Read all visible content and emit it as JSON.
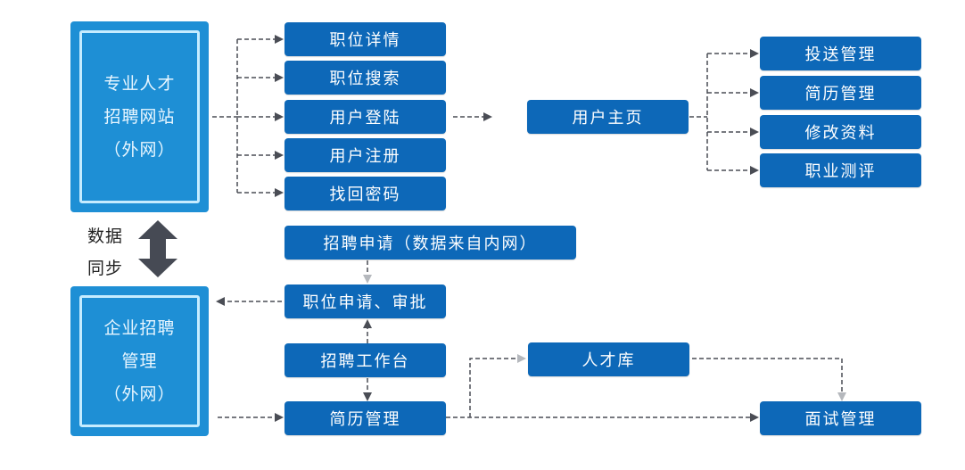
{
  "diagram": {
    "colors": {
      "system_box": "#1e8fd5",
      "system_box_inner_border": "#c6ecff",
      "node": "#0d68b8",
      "node_text": "#ffffff",
      "connector_dark": "#4a4d55",
      "connector_light": "#b5b8bd",
      "sync_arrow": "#464a54"
    },
    "systems": {
      "external_site": {
        "lines": [
          "专业人才",
          "招聘网站",
          "（外网）"
        ]
      },
      "enterprise": {
        "lines": [
          "企业招聘",
          "管理",
          "（外网）"
        ]
      }
    },
    "sync": {
      "lines": [
        "数据",
        "同步"
      ],
      "icon": "double-vertical-arrow"
    },
    "site_nodes": [
      "职位详情",
      "职位搜索",
      "用户登陆",
      "用户注册",
      "找回密码"
    ],
    "user_home": "用户主页",
    "user_home_nodes": [
      "投送管理",
      "简历管理",
      "修改资料",
      "职业测评"
    ],
    "enterprise_nodes": {
      "recruit_apply": "招聘申请（数据来自内网）",
      "position_approval": "职位申请、审批",
      "workbench": "招聘工作台",
      "resume_mgmt": "简历管理",
      "talent_pool": "人才库",
      "interview_mgmt": "面试管理"
    },
    "edges": [
      {
        "from": "专业人才招聘网站",
        "to": "职位详情"
      },
      {
        "from": "专业人才招聘网站",
        "to": "职位搜索"
      },
      {
        "from": "专业人才招聘网站",
        "to": "用户登陆"
      },
      {
        "from": "专业人才招聘网站",
        "to": "用户注册"
      },
      {
        "from": "专业人才招聘网站",
        "to": "找回密码"
      },
      {
        "from": "用户登陆",
        "to": "用户主页"
      },
      {
        "from": "用户主页",
        "to": "投送管理"
      },
      {
        "from": "用户主页",
        "to": "简历管理"
      },
      {
        "from": "用户主页",
        "to": "修改资料"
      },
      {
        "from": "用户主页",
        "to": "职业测评"
      },
      {
        "from": "招聘申请（数据来自内网）",
        "to": "职位申请、审批"
      },
      {
        "from": "职位申请、审批",
        "to": "企业招聘管理"
      },
      {
        "from": "招聘工作台",
        "to": "职位申请、审批"
      },
      {
        "from": "招聘工作台",
        "to": "简历管理"
      },
      {
        "from": "企业招聘管理",
        "to": "简历管理"
      },
      {
        "from": "简历管理",
        "to": "人才库"
      },
      {
        "from": "简历管理",
        "to": "面试管理"
      },
      {
        "from": "人才库",
        "to": "面试管理"
      }
    ]
  }
}
